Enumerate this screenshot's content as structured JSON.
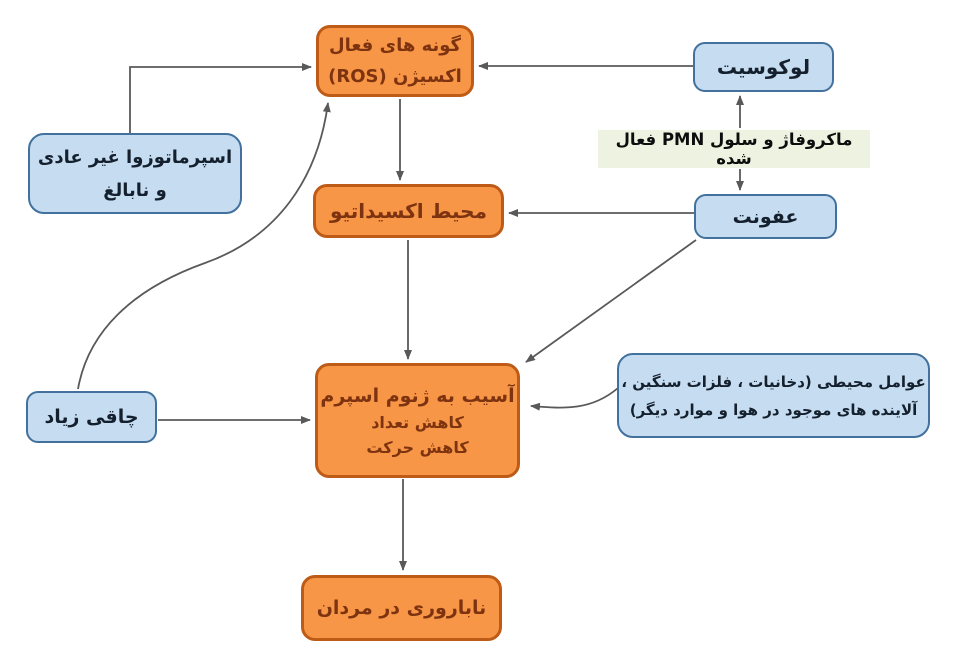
{
  "diagram": {
    "colors": {
      "orange_fill": "#F79646",
      "orange_border": "#BE5B17",
      "orange_text": "#7E3310",
      "blue_fill": "#C6DCF0",
      "blue_border": "#41719C",
      "blue_text": "#14202e",
      "label_bg": "#EEF3E1",
      "label_text": "#0d0d0d",
      "arrow_color": "#595959",
      "bg": "#ffffff"
    },
    "nodes": {
      "ros": {
        "lines": [
          "گونه های فعال",
          "اکسیژن (ROS)"
        ]
      },
      "leukocyte": {
        "label": "لوکوسیت"
      },
      "macrophage": {
        "label": "ماکروفاژ و سلول PMN فعال شده"
      },
      "infection": {
        "label": "عفونت"
      },
      "abnormal_sperm": {
        "lines": [
          "اسپرماتوزوا غیر عادی",
          "و نابالغ"
        ]
      },
      "oxidative": {
        "label": "محیط اکسیداتیو"
      },
      "damage": {
        "lines": [
          "آسیب به ژنوم اسپرم",
          "کاهش تعداد",
          "کاهش حرکت"
        ]
      },
      "env_factors": {
        "lines": [
          "عوامل محیطی (دخانیات ، فلزات سنگین ،",
          "آلاینده های موجود در هوا و موارد دیگر)"
        ]
      },
      "obesity": {
        "label": "چاقی زیاد"
      },
      "infertility": {
        "label": "ناباروری در مردان"
      }
    },
    "edges": [
      {
        "from": "leukocyte",
        "to": "ros"
      },
      {
        "from": "macrophage",
        "to": "leukocyte"
      },
      {
        "from": "macrophage",
        "to": "infection"
      },
      {
        "from": "infection",
        "to": "oxidative"
      },
      {
        "from": "infection",
        "to": "damage"
      },
      {
        "from": "ros",
        "to": "oxidative"
      },
      {
        "from": "oxidative",
        "to": "damage"
      },
      {
        "from": "abnormal_sperm",
        "to": "ros"
      },
      {
        "from": "obesity",
        "to": "ros"
      },
      {
        "from": "obesity",
        "to": "damage"
      },
      {
        "from": "env_factors",
        "to": "damage"
      },
      {
        "from": "damage",
        "to": "infertility"
      }
    ]
  }
}
